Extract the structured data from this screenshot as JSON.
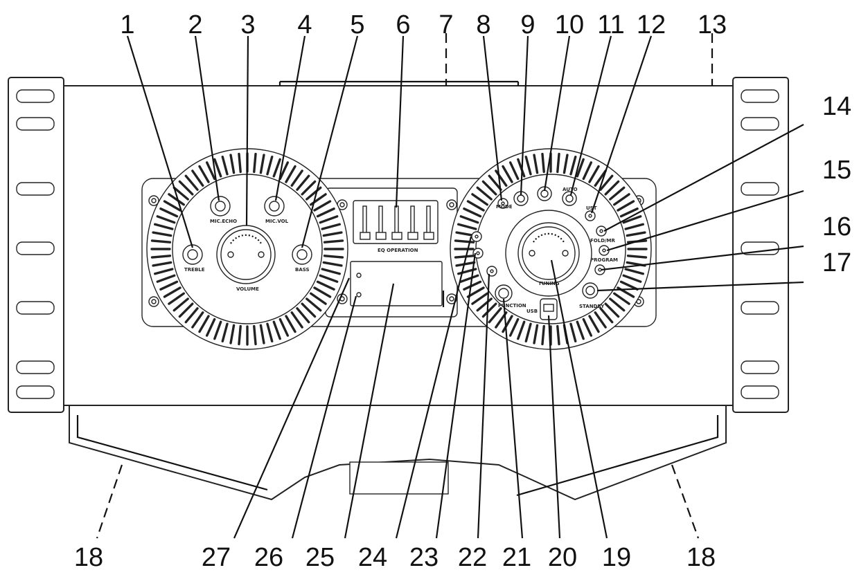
{
  "callouts": {
    "top": [
      "1",
      "2",
      "3",
      "4",
      "5",
      "6",
      "7",
      "8",
      "9",
      "10",
      "11",
      "12",
      "13"
    ],
    "right": [
      "14",
      "15",
      "16",
      "17"
    ],
    "bottom": [
      "18",
      "27",
      "26",
      "25",
      "24",
      "23",
      "22",
      "21",
      "20",
      "19",
      "18"
    ]
  },
  "panel_labels": {
    "treble": "TREBLE",
    "mic_echo": "MIC.ECHO",
    "mic_vol": "MIC.VOL",
    "bass": "BASS",
    "volume": "VOLUME",
    "eq": "EQ OPERATION",
    "tuning": "TUNING",
    "mode": "MODE",
    "usb": "USB",
    "function": "FUNCTION",
    "standby": "STANDBY",
    "program": "PROGRAM",
    "fold": "FOLD/MR",
    "ust": "UST",
    "auto": "AUTO"
  }
}
